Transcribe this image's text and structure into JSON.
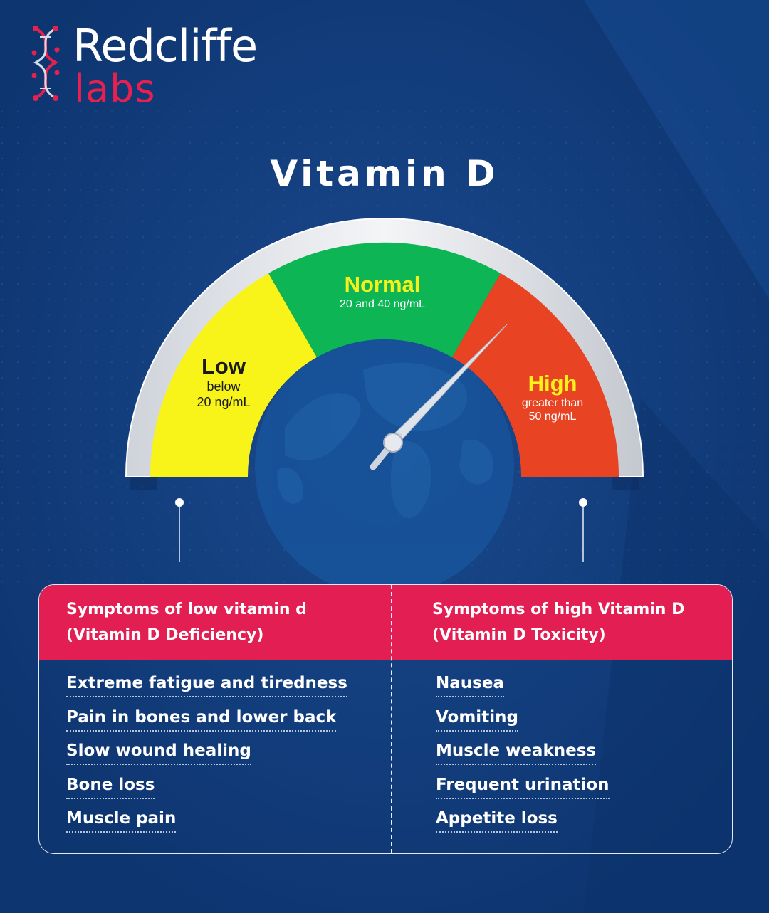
{
  "brand": {
    "name_top": "Redcliffe",
    "name_bottom": "labs",
    "logo_icon": "dna-helix-icon",
    "colors": {
      "red": "#e8204f",
      "white": "#ffffff"
    }
  },
  "title": "Vitamin D",
  "gauge": {
    "needle_value": 0.72,
    "zones": [
      {
        "name": "Low",
        "line1": "below",
        "line2": "20 ng/mL",
        "color": "#f8f419",
        "label_color": "#1a1a1a",
        "sub_color": "#1a1a1a"
      },
      {
        "name": "Normal",
        "line1": "20 and 40 ng/mL",
        "line2": "",
        "color": "#0eb554",
        "label_color": "#f6f01b",
        "sub_color": "#ffffff"
      },
      {
        "name": "High",
        "line1": "greater than",
        "line2": "50 ng/mL",
        "color": "#e84424",
        "label_color": "#fff21a",
        "sub_color": "#ffffff"
      }
    ]
  },
  "symptoms": {
    "low": {
      "heading_line1": "Symptoms of low vitamin d",
      "heading_line2": "(Vitamin D Deficiency)",
      "items": [
        "Extreme fatigue and tiredness",
        "Pain in bones and lower back",
        "Slow wound healing",
        "Bone loss",
        "Muscle pain"
      ]
    },
    "high": {
      "heading_line1": "Symptoms of high Vitamin D",
      "heading_line2": "(Vitamin D Toxicity)",
      "items": [
        "Nausea",
        "Vomiting",
        "Muscle weakness",
        "Frequent urination",
        "Appetite loss"
      ]
    }
  },
  "colors": {
    "background": "#0f3a78",
    "header_bar": "#e21e52"
  }
}
